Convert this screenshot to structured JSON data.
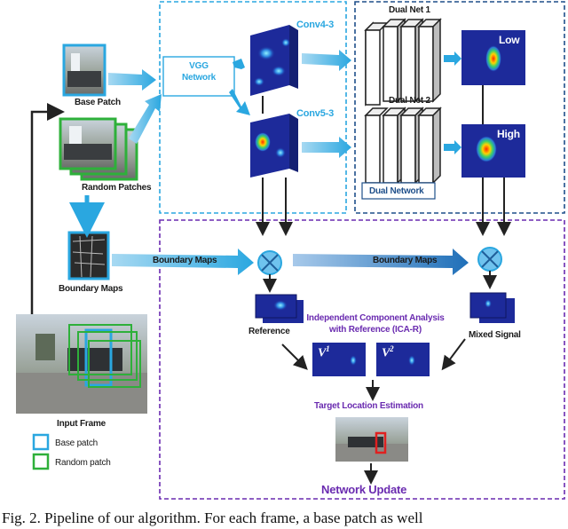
{
  "labels": {
    "base_patch": "Base Patch",
    "random_patches": "Random Patches",
    "boundary_maps_left": "Boundary Maps",
    "input_frame": "Input Frame",
    "vgg_network": "VGG\nNetwork",
    "conv4": "Conv4-3",
    "conv5": "Conv5-3",
    "dual_net_1": "Dual Net 1",
    "dual_net_2": "Dual Net 2",
    "dual_network": "Dual Network",
    "low": "Low",
    "high": "High",
    "boundary_maps_arrow1": "Boundary Maps",
    "boundary_maps_arrow2": "Boundary Maps",
    "reference": "Reference",
    "mixed_signal": "Mixed Signal",
    "ica_title": "Independent Component Analysis\nwith Reference (ICA-R)",
    "v1": "V",
    "v1_sup": "1",
    "v2": "V",
    "v2_sup": "2",
    "target_location": "Target Location Estimation",
    "network_update": "Network Update"
  },
  "legend": {
    "base_patch": "Base patch",
    "random_patch": "Random patch"
  },
  "caption": "Fig. 2.   Pipeline of our algorithm. For each frame, a base patch as well",
  "colors": {
    "blue_arrow": "#2aa7e0",
    "dark_blue_arrow": "#1f6fb8",
    "legend_blue": "#2aa7e0",
    "legend_green": "#2eb03a",
    "purple": "#6a2bb0",
    "heatmap_bg": "#1d2a9a"
  }
}
